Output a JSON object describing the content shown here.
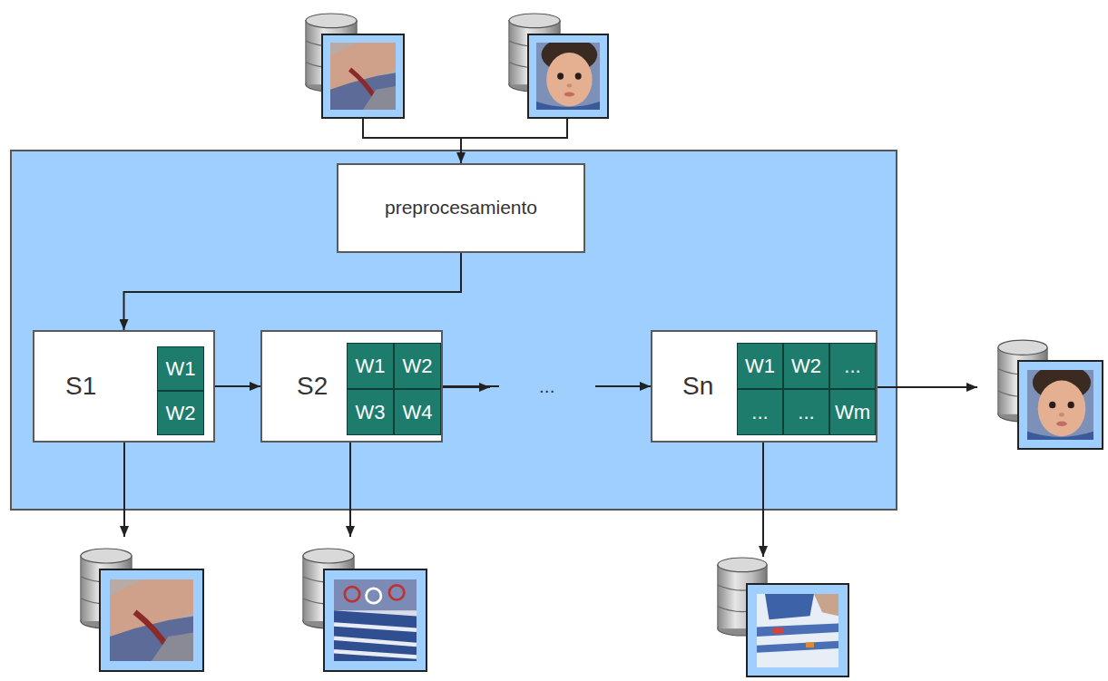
{
  "diagram": {
    "nodes": [
      {
        "text": [
          "preprocesamiento"
        ]
      },
      {
        "text": [
          "S1"
        ]
      },
      {
        "text": [
          "W1"
        ],
        "in": 1
      },
      {
        "text": [
          "W2"
        ],
        "in": 1
      },
      {
        "text": [
          "S2"
        ]
      },
      {
        "text": [
          "W1"
        ],
        "in": 4
      },
      {
        "text": [
          "W2"
        ],
        "in": 4
      },
      {
        "text": [
          "W3"
        ],
        "in": 4
      },
      {
        "text": [
          "W4"
        ],
        "in": 4
      },
      {
        "text": [
          "Sn"
        ]
      },
      {
        "text": [
          "W1"
        ],
        "in": 9
      },
      {
        "text": [
          "W2"
        ],
        "in": 9
      },
      {
        "text": [
          "..."
        ],
        "in": 9
      },
      {
        "text": [
          "..."
        ],
        "in": 9
      },
      {
        "text": [
          "..."
        ],
        "in": 9
      },
      {
        "text": [
          "Wm"
        ],
        "in": 9
      }
    ],
    "edges": [
      {
        "from": 0,
        "to": 1,
        "arrow": "to"
      },
      {
        "from": 1,
        "to": 4,
        "arrow": "to"
      },
      {
        "from": 4,
        "to": 9,
        "label": "...",
        "arrow": "to"
      }
    ]
  }
}
